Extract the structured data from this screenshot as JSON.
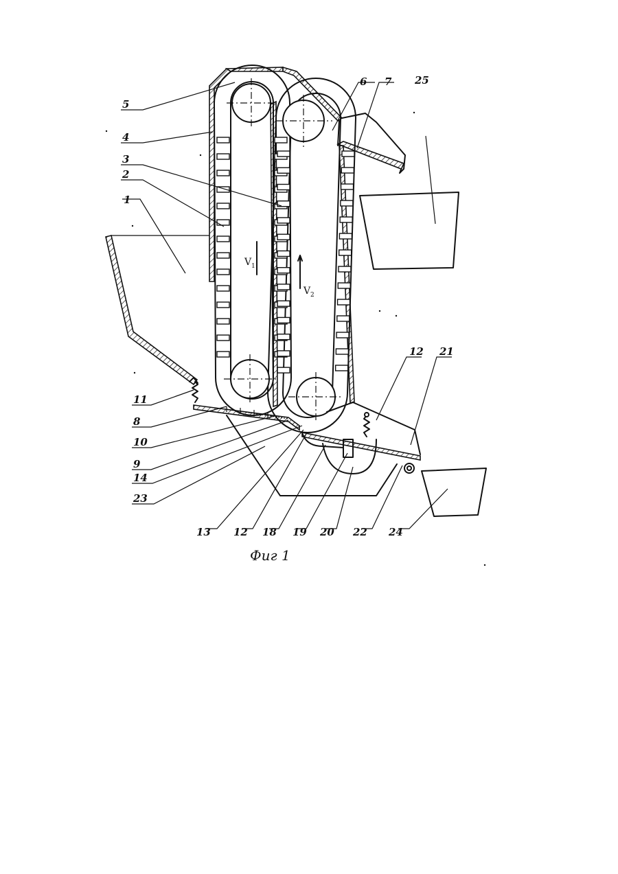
{
  "figure": {
    "caption": "Фиг 1",
    "velocity_labels": [
      {
        "main": "V",
        "sub": "1"
      },
      {
        "main": "V",
        "sub": "2"
      }
    ],
    "callouts": {
      "c1": "1",
      "c2": "2",
      "c3": "3",
      "c4": "4",
      "c5": "5",
      "c6": "6",
      "c7": "7",
      "c8": "8",
      "c9": "9",
      "c10": "10",
      "c11": "11",
      "c12_top": "12",
      "c12_bottom": "12",
      "c13": "13",
      "c14": "14",
      "c18": "18",
      "c19": "19",
      "c20": "20",
      "c21": "21",
      "c22": "22",
      "c23": "23",
      "c24": "24",
      "c25": "25"
    }
  },
  "colors": {
    "ink": "#111111",
    "paper": "#ffffff"
  }
}
